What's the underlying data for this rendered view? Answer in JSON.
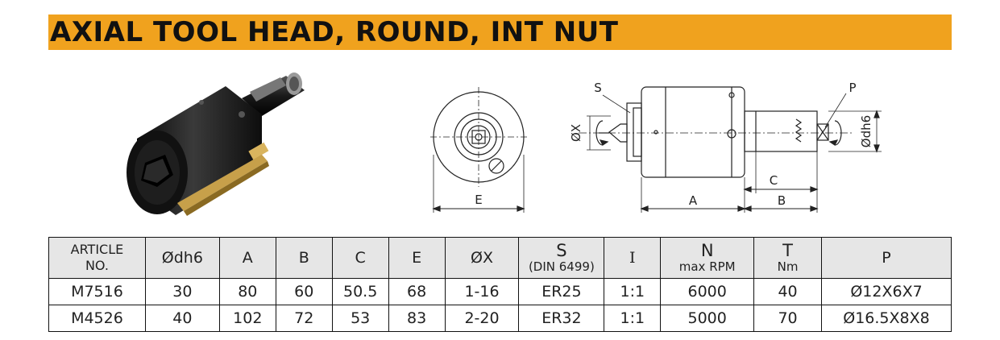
{
  "title": "AXIAL TOOL HEAD, ROUND, INT NUT",
  "drawing_labels": {
    "front_E": "E",
    "side_S": "S",
    "side_P": "P",
    "side_X": "ØX",
    "side_dh6": "Ødh6",
    "side_C": "C",
    "side_A": "A",
    "side_B": "B"
  },
  "table": {
    "headers": {
      "article_line1": "ARTICLE",
      "article_line2": "NO.",
      "dh6": "Ødh6",
      "a": "A",
      "b": "B",
      "c": "C",
      "e": "E",
      "x": "ØX",
      "s_line1": "S",
      "s_line2": "(DIN 6499)",
      "i": "I",
      "n_line1": "N",
      "n_line2": "max RPM",
      "t_line1": "T",
      "t_line2": "Nm",
      "p": "P"
    },
    "rows": [
      {
        "article": "M7516",
        "dh6": "30",
        "a": "80",
        "b": "60",
        "c": "50.5",
        "e": "68",
        "x": "1-16",
        "s": "ER25",
        "i": "1:1",
        "n": "6000",
        "t": "40",
        "p": "Ø12X6X7"
      },
      {
        "article": "M4526",
        "dh6": "40",
        "a": "102",
        "b": "72",
        "c": "53",
        "e": "83",
        "x": "2-20",
        "s": "ER32",
        "i": "1:1",
        "n": "5000",
        "t": "70",
        "p": "Ø16.5X8X8"
      }
    ]
  }
}
